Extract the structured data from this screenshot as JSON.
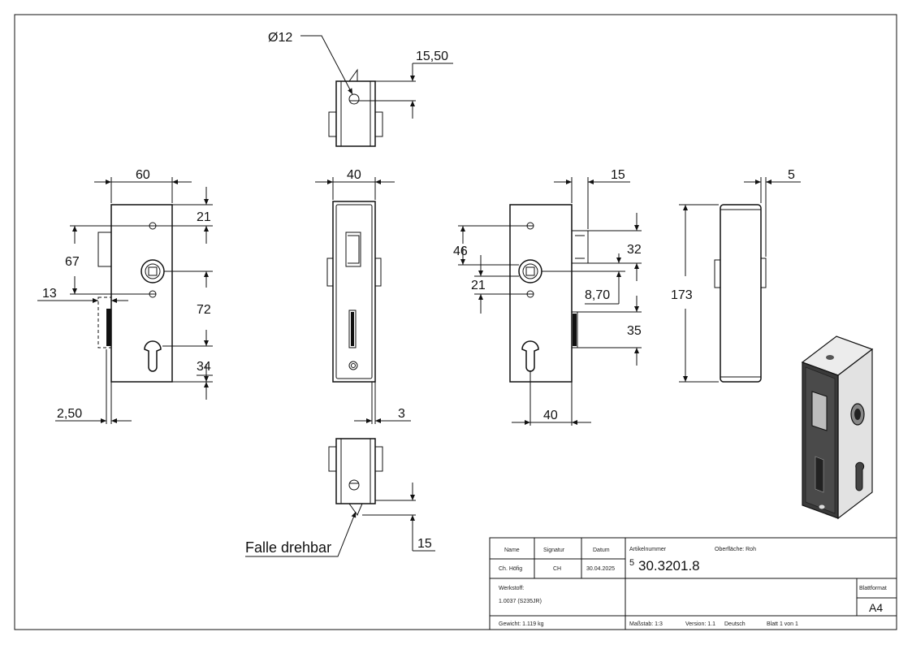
{
  "dimensions": {
    "top_dia": "Ø12",
    "top_h": "15,50",
    "left_w": "60",
    "left_21": "21",
    "left_67": "67",
    "left_13": "13",
    "left_72": "72",
    "left_34": "34",
    "left_250": "2,50",
    "mid_w": "40",
    "mid_3": "3",
    "right_15": "15",
    "right_46": "46",
    "right_32": "32",
    "right_21": "21",
    "right_870": "8,70",
    "right_35": "35",
    "right_40": "40",
    "side_5": "5",
    "side_173": "173",
    "bottom_15": "15"
  },
  "callout": "Falle drehbar",
  "title_block": {
    "h_name": "Name",
    "h_signatur": "Signatur",
    "h_datum": "Datum",
    "name": "Ch. Höfig",
    "signatur": "CH",
    "datum": "30.04.2025",
    "artikel_label": "Artikelnummer",
    "oberflaeche": "Oberfläche: Roh",
    "artikel_prefix": "5",
    "artikel_nr": "30.3201.8",
    "werkstoff_label": "Werkstoff:",
    "werkstoff": "1.0037 (S235JR)",
    "blattformat_label": "Blattformat",
    "blattformat": "A4",
    "gewicht": "Gewicht: 1.119 kg",
    "massstab": "Maßstab: 1:3",
    "version": "Version: 1.1",
    "sprache": "Deutsch",
    "blatt": "Blatt 1 von 1"
  }
}
